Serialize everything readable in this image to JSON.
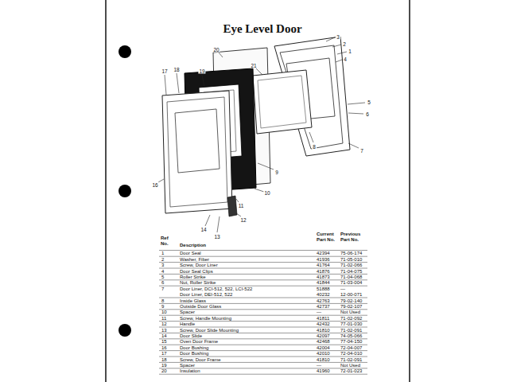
{
  "diagram": {
    "title": "Eye Level Door",
    "labels": [
      "1",
      "2",
      "3",
      "4",
      "5",
      "6",
      "7",
      "8",
      "9",
      "10",
      "11",
      "12",
      "13",
      "14",
      "16",
      "17",
      "18",
      "19",
      "20",
      "21",
      "Ref No.",
      "Description",
      "Current Part No.",
      "Previous Part No.",
      "1",
      "Door Seal",
      "42394",
      "75-06-174",
      "2",
      "Washer, Fiber",
      "41936",
      "71-05-010",
      "3",
      "Screw, Door Liner",
      "41764",
      "71-02-066",
      "4",
      "Door Seal Clips",
      "41876",
      "71-04-075",
      "5",
      "Roller Strike",
      "41873",
      "71-04-068",
      "6",
      "Nut, Roller Strike",
      "41844",
      "71-03-004",
      "7",
      "Door Liner, DCI-512, 522, LCI-522",
      "51888",
      "—",
      "Door Liner, DEI-512, 522",
      "40232",
      "12-00-071",
      "8",
      "Inside Glass",
      "42763",
      "79-02-140",
      "9",
      "Outside Door Glass",
      "42737",
      "79-02-107",
      "10",
      "Spacer",
      "—",
      "Not Used",
      "11",
      "Screw, Handle Mounting",
      "41811",
      "71-02-092",
      "12",
      "Handle",
      "42432",
      "77-01-030",
      "13",
      "Screw, Door Slide Mounting",
      "41810",
      "71-02-091",
      "14",
      "Door Slide",
      "42097",
      "74-05-066",
      "15",
      "Oven Door Frame",
      "42468",
      "77-04-150",
      "16",
      "Door Bushing",
      "42004",
      "72-04-007",
      "17",
      "Door Bushing",
      "42010",
      "72-04-010",
      "18",
      "Screw, Door Frame",
      "41810",
      "71-02-091",
      "19",
      "Spacer",
      "—",
      "Not Used",
      "20",
      "Insulation",
      "41960",
      "72-01-023"
    ]
  }
}
